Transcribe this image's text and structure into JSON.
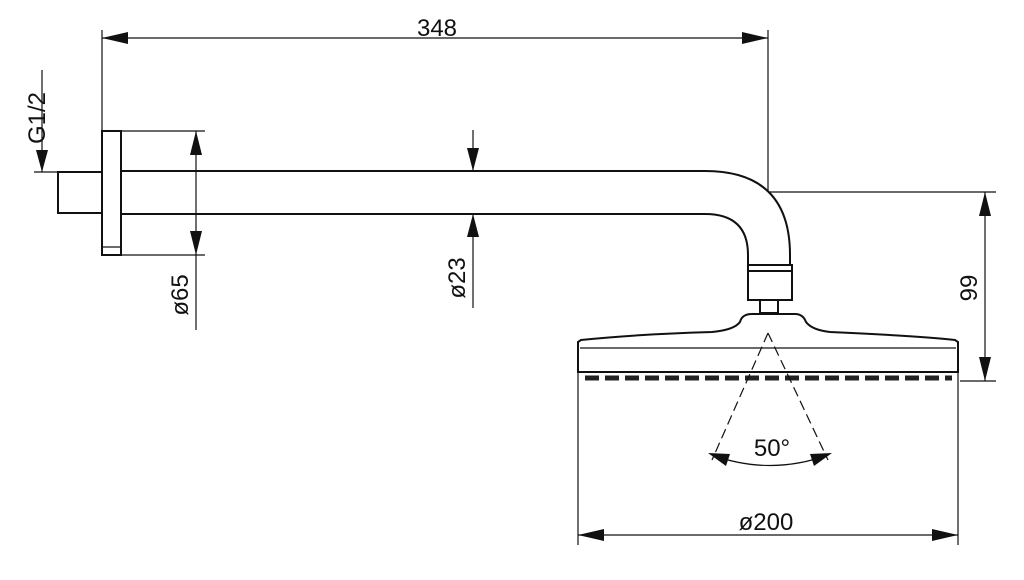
{
  "dimensions": {
    "length": "348",
    "thread": "G1/2",
    "flange_diameter": "ø65",
    "pipe_diameter": "ø23",
    "drop_height": "99",
    "spray_angle": "50°",
    "head_diameter": "ø200"
  }
}
